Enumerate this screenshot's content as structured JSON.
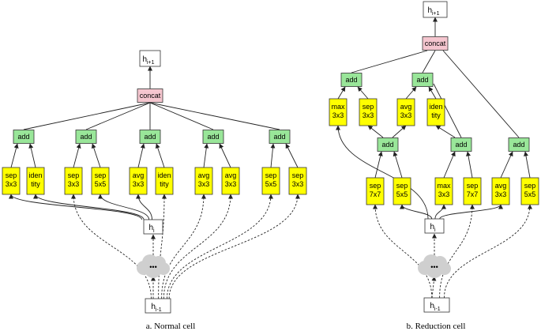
{
  "colors": {
    "op_fill": "#ffff00",
    "add_fill": "#99e699",
    "concat_fill": "#f5c6cf",
    "hidden_fill": "#ffffff",
    "cloud_fill": "#cfcfcf",
    "edge": "#222222"
  },
  "icons": {
    "cloud": "cloud-icon"
  },
  "cells": [
    {
      "id": "normal",
      "caption": "a. Normal cell",
      "output": {
        "base": "h",
        "sub": "i+1"
      },
      "concat_label": "concat",
      "hidden_i": {
        "base": "h",
        "sub": "i"
      },
      "hidden_prev": {
        "base": "h",
        "sub": "i-1"
      },
      "cloud_label": "•••",
      "adds": [
        {
          "label": "add",
          "inputs": [
            {
              "lines": [
                "sep",
                "3x3"
              ],
              "from": "h_i"
            },
            {
              "lines": [
                "iden",
                "tity"
              ],
              "from": "h_i"
            }
          ]
        },
        {
          "label": "add",
          "inputs": [
            {
              "lines": [
                "sep",
                "3x3"
              ],
              "from": "h_i-1"
            },
            {
              "lines": [
                "sep",
                "5x5"
              ],
              "from": "h_i"
            }
          ]
        },
        {
          "label": "add",
          "inputs": [
            {
              "lines": [
                "avg",
                "3x3"
              ],
              "from": "h_i"
            },
            {
              "lines": [
                "iden",
                "tity"
              ],
              "from": "h_i-1"
            }
          ]
        },
        {
          "label": "add",
          "inputs": [
            {
              "lines": [
                "avg",
                "3x3"
              ],
              "from": "h_i-1"
            },
            {
              "lines": [
                "avg",
                "3x3"
              ],
              "from": "h_i-1"
            }
          ]
        },
        {
          "label": "add",
          "inputs": [
            {
              "lines": [
                "sep",
                "5x5"
              ],
              "from": "h_i-1"
            },
            {
              "lines": [
                "sep",
                "3x3"
              ],
              "from": "h_i-1"
            }
          ]
        }
      ]
    },
    {
      "id": "reduction",
      "caption": "b. Reduction cell",
      "output": {
        "base": "h",
        "sub": "i+1"
      },
      "concat_label": "concat",
      "hidden_i": {
        "base": "h",
        "sub": "i"
      },
      "hidden_prev": {
        "base": "h",
        "sub": "i-1"
      },
      "cloud_label": "•••",
      "upper_adds": [
        {
          "label": "add",
          "inputs": [
            {
              "lines": [
                "max",
                "3x3"
              ],
              "from": "h_i"
            },
            {
              "lines": [
                "sep",
                "3x3"
              ],
              "from": "add-1"
            }
          ]
        },
        {
          "label": "add",
          "inputs": [
            {
              "lines": [
                "avg",
                "3x3"
              ],
              "from": "add-1"
            },
            {
              "lines": [
                "iden",
                "tity"
              ],
              "from": "add-2"
            }
          ]
        }
      ],
      "lower_adds": [
        {
          "label": "add",
          "inputs": [
            {
              "lines": [
                "sep",
                "7x7"
              ],
              "from": "h_i-1"
            },
            {
              "lines": [
                "sep",
                "5x5"
              ],
              "from": "h_i"
            }
          ]
        },
        {
          "label": "add",
          "inputs": [
            {
              "lines": [
                "max",
                "3x3"
              ],
              "from": "h_i"
            },
            {
              "lines": [
                "sep",
                "7x7"
              ],
              "from": "h_i-1"
            }
          ]
        },
        {
          "label": "add",
          "inputs": [
            {
              "lines": [
                "avg",
                "3x3"
              ],
              "from": "h_i"
            },
            {
              "lines": [
                "sep",
                "5x5"
              ],
              "from": "h_i-1"
            }
          ]
        }
      ]
    }
  ]
}
